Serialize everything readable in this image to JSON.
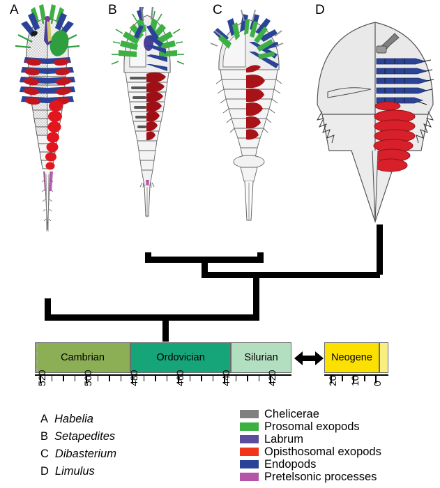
{
  "figure": {
    "panels": [
      {
        "letter": "A",
        "taxon": "Habelia"
      },
      {
        "letter": "B",
        "taxon": "Setapedites"
      },
      {
        "letter": "C",
        "taxon": "Dibasterium"
      },
      {
        "letter": "D",
        "taxon": "Limulus"
      }
    ]
  },
  "timescale": {
    "left_axis": {
      "range_ma": [
        528,
        419
      ],
      "tick_interval_ma": 5,
      "labels": [
        "520",
        "500",
        "480",
        "460",
        "440",
        "420"
      ],
      "label_values_ma": [
        520,
        500,
        480,
        460,
        440,
        420
      ]
    },
    "right_axis": {
      "range_ma": [
        24,
        0
      ],
      "tick_interval_ma": 5,
      "labels": [
        "20",
        "10",
        "0"
      ],
      "label_values_ma": [
        20,
        10,
        0
      ]
    },
    "periods": [
      {
        "name": "Cambrian",
        "start_ma": 538.8,
        "end_ma": 485.4,
        "color": "#8CAF55"
      },
      {
        "name": "Ordovician",
        "start_ma": 485.4,
        "end_ma": 443.8,
        "color": "#16A579"
      },
      {
        "name": "Silurian",
        "start_ma": 443.8,
        "end_ma": 419.2,
        "color": "#B3DFC1"
      },
      {
        "name": "Neogene",
        "start_ma": 23.0,
        "end_ma": 2.6,
        "color": "#FCE000"
      },
      {
        "name": "",
        "start_ma": 2.6,
        "end_ma": 0.0,
        "color": "#F9EE80"
      }
    ],
    "gap_indicator": "double-headed-arrow"
  },
  "tree": {
    "tips": [
      {
        "id": "A",
        "label": "Habelia",
        "branch_origin_ma": 509
      },
      {
        "id": "B",
        "label": "Setapedites",
        "branch_origin_ma": 478
      },
      {
        "id": "C",
        "label": "Dibasterium",
        "branch_origin_ma": 429
      },
      {
        "id": "D",
        "label": "Limulus",
        "branch_origin_ma": 0
      }
    ],
    "nodes": [
      {
        "id": "BC_clade",
        "children": [
          "B",
          "C"
        ]
      },
      {
        "id": "BCD_clade",
        "children": [
          "BC_clade",
          "D"
        ]
      },
      {
        "id": "root",
        "children": [
          "A",
          "BCD_clade"
        ]
      }
    ]
  },
  "legend": {
    "entries": [
      {
        "label": "Chelicerae",
        "color": "#808080"
      },
      {
        "label": "Prosomal exopods",
        "color": "#3CB043"
      },
      {
        "label": "Labrum",
        "color": "#5B4C9E"
      },
      {
        "label": "Opisthosomal exopods",
        "color": "#F0351A"
      },
      {
        "label": "Endopods",
        "color": "#2B4396"
      },
      {
        "label": "Pretelsonic processes",
        "color": "#B355A8"
      }
    ]
  },
  "taxon_key": [
    {
      "letter": "A",
      "name": "Habelia"
    },
    {
      "letter": "B",
      "name": "Setapedites"
    },
    {
      "letter": "C",
      "name": "Dibasterium"
    },
    {
      "letter": "D",
      "name": "Limulus"
    }
  ]
}
